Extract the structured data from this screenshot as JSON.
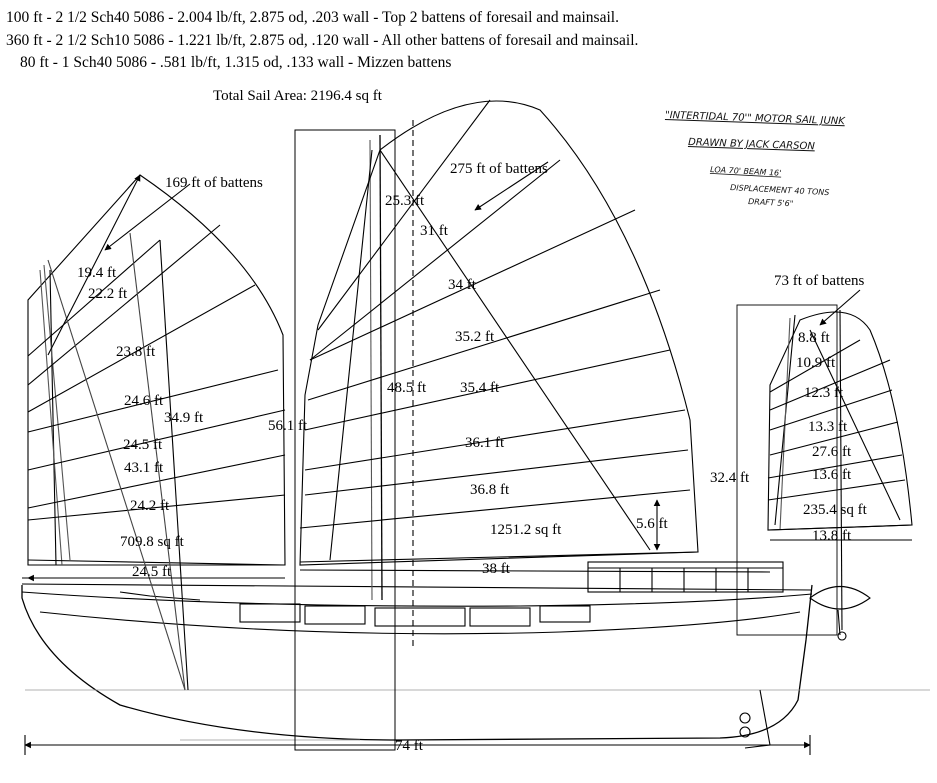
{
  "header": {
    "line1": "100 ft - 2 1/2 Sch40 5086 - 2.004 lb/ft, 2.875 od, .203 wall - Top 2 battens of foresail and mainsail.",
    "line2": "360 ft - 2 1/2 Sch10 5086 - 1.221 lb/ft, 2.875 od, .120 wall - All other battens of foresail and mainsail.",
    "line3": "80 ft - 1 Sch40 5086 - .581 lb/ft, 1.315 od, .133 wall - Mizzen battens",
    "total_area": "Total Sail Area: 2196.4 sq ft"
  },
  "title_block": {
    "title": "\"INTERTIDAL 70'\" MOTOR SAIL JUNK",
    "drawn_by": "DRAWN BY JACK CARSON",
    "dims": "LOA 70'  BEAM 16'",
    "displacement": "DISPLACEMENT 40 TONS",
    "draft": "DRAFT 5'6\""
  },
  "foresail": {
    "battens_total": "169 ft of battens",
    "area": "709.8 sq ft",
    "luff_diag": "34.9 ft",
    "mast_height": "43.1 ft",
    "battens": [
      "19.4 ft",
      "22.2 ft",
      "23.8 ft",
      "24.6 ft",
      "24.5 ft",
      "24.2 ft",
      "24.5 ft"
    ]
  },
  "mainsail": {
    "battens_total": "275 ft of battens",
    "area": "1251.2 sq ft",
    "mast_height": "56.1 ft",
    "luff_height": "48.5 ft",
    "boom_gap": "5.6 ft",
    "battens": [
      "25.3 ft",
      "31 ft",
      "34 ft",
      "35.2 ft",
      "35.4 ft",
      "36.1 ft",
      "36.8 ft",
      "38 ft"
    ]
  },
  "mizzen": {
    "battens_total": "73 ft of battens",
    "area": "235.4 sq ft",
    "mast_height": "32.4 ft",
    "luff_height": "27.6 ft",
    "battens": [
      "8.8 ft",
      "10.9 ft",
      "12.3 ft",
      "13.3 ft",
      "13.6 ft",
      "13.8 ft"
    ]
  },
  "hull": {
    "length": "74 ft"
  }
}
